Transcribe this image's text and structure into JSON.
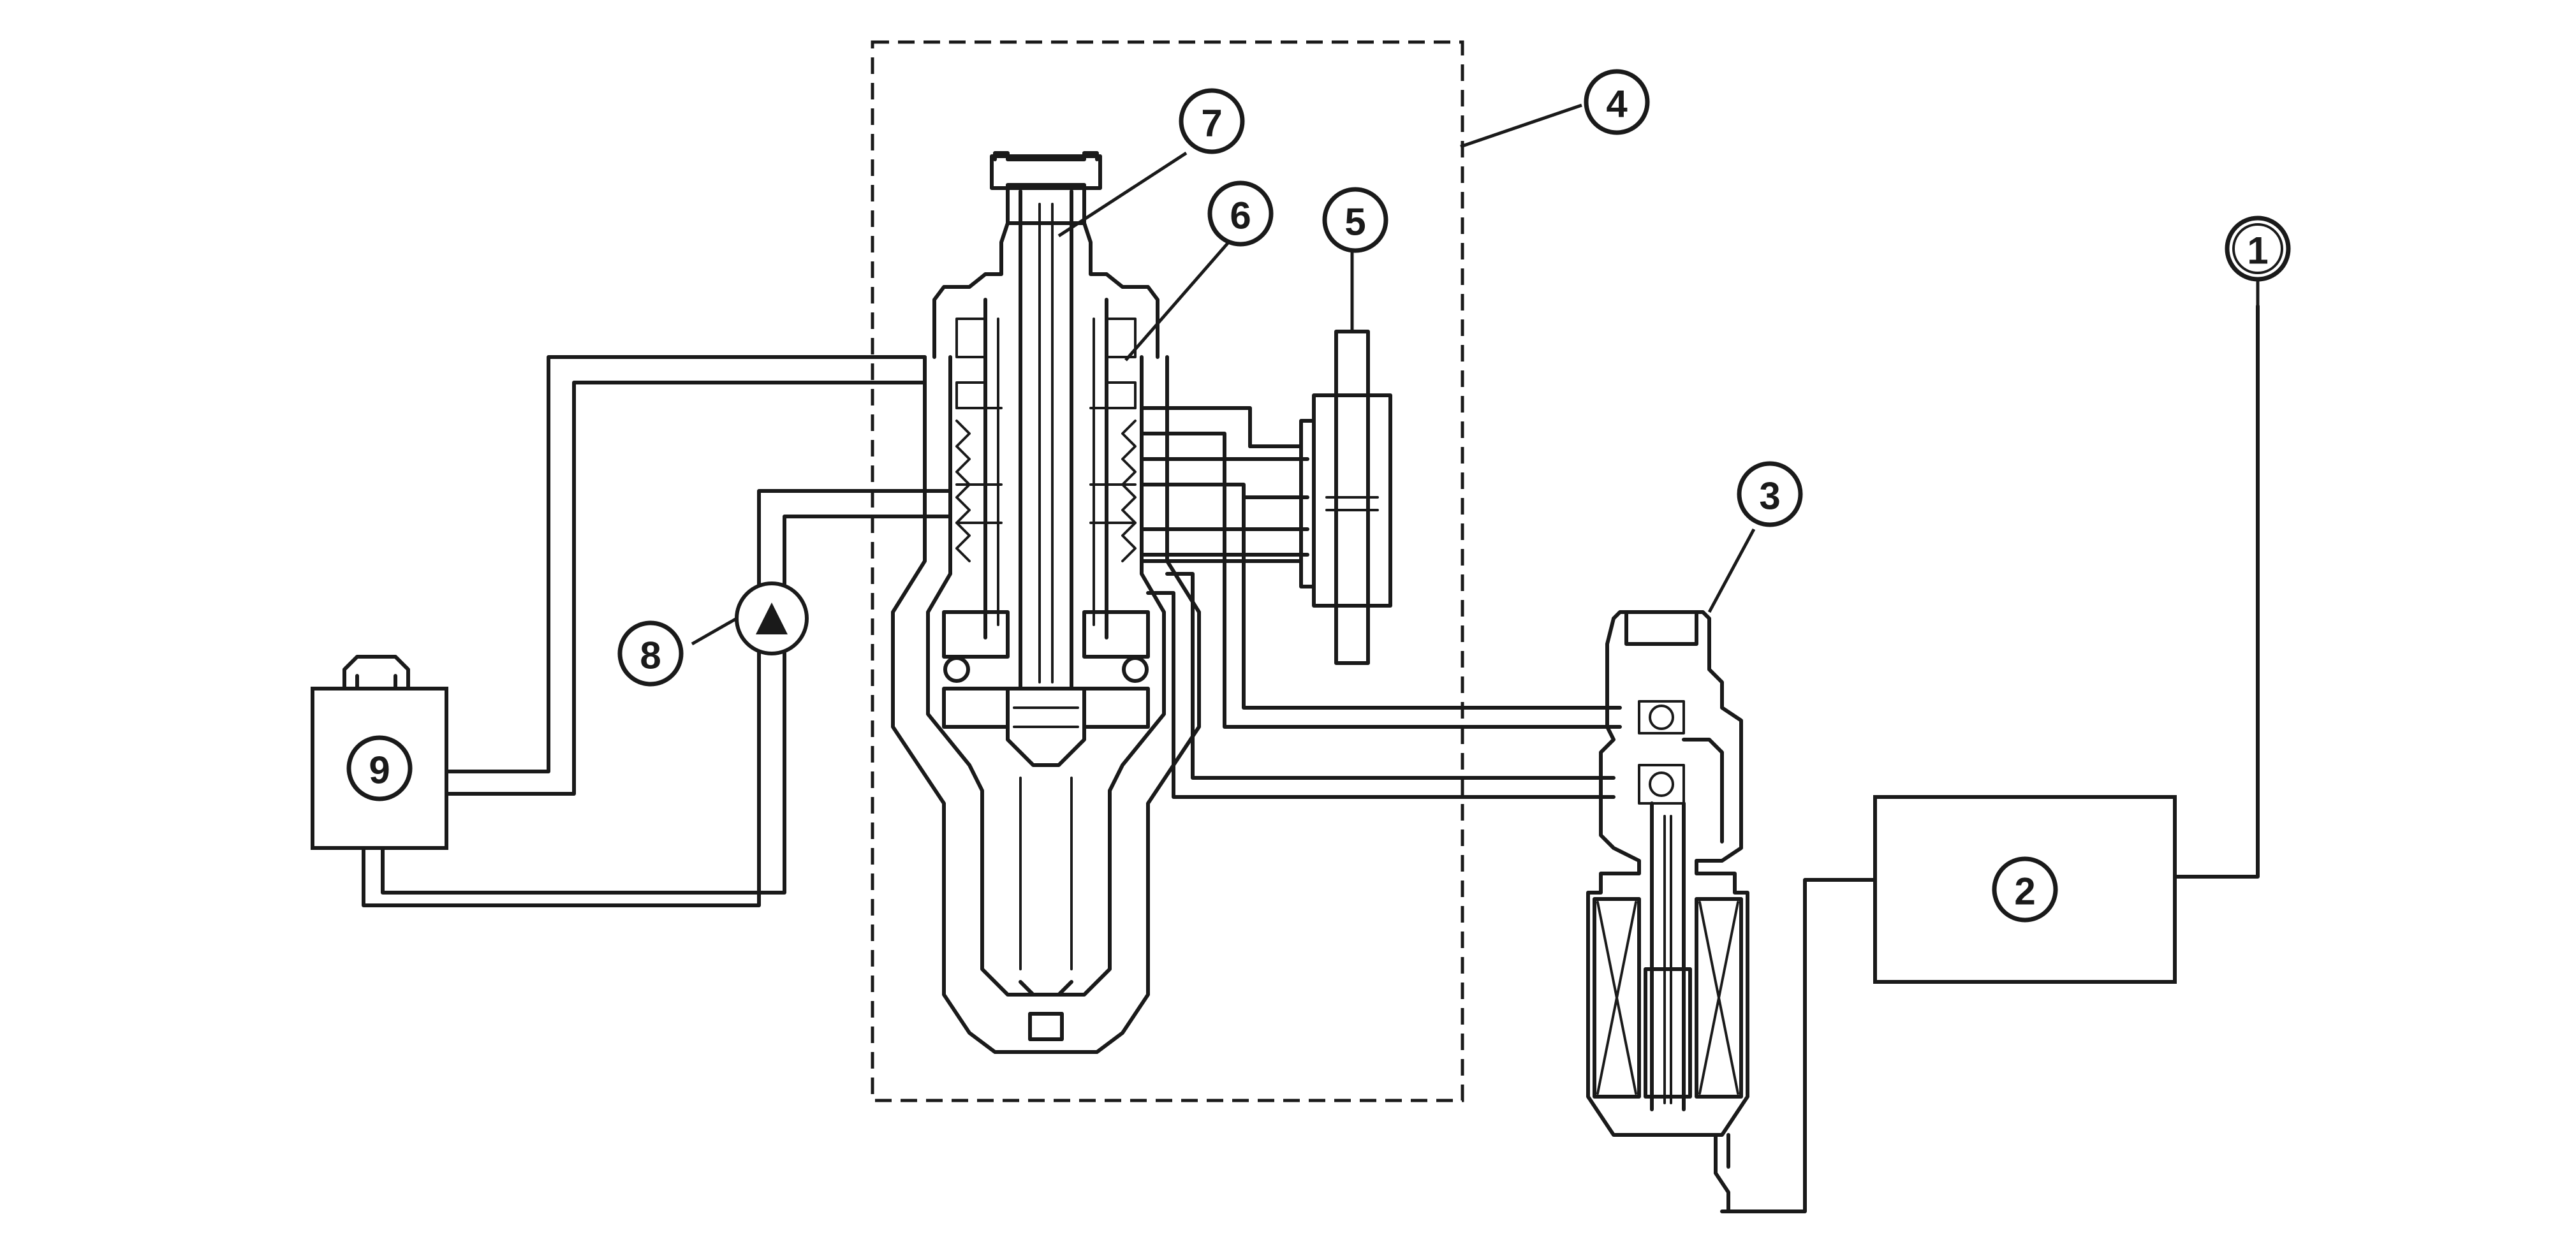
{
  "callouts": [
    {
      "id": "1",
      "label": "①"
    },
    {
      "id": "2",
      "label": "②"
    },
    {
      "id": "3",
      "label": "③"
    },
    {
      "id": "4",
      "label": "④"
    },
    {
      "id": "5",
      "label": "⑤"
    },
    {
      "id": "6",
      "label": "⑥"
    },
    {
      "id": "7",
      "label": "⑦"
    },
    {
      "id": "8",
      "label": "⑧"
    },
    {
      "id": "9",
      "label": "⑨"
    }
  ],
  "labels": {
    "c1": "1",
    "c2": "2",
    "c3": "3",
    "c4": "4",
    "c5": "5",
    "c6": "6",
    "c7": "7",
    "c8": "8",
    "c9": "9"
  }
}
